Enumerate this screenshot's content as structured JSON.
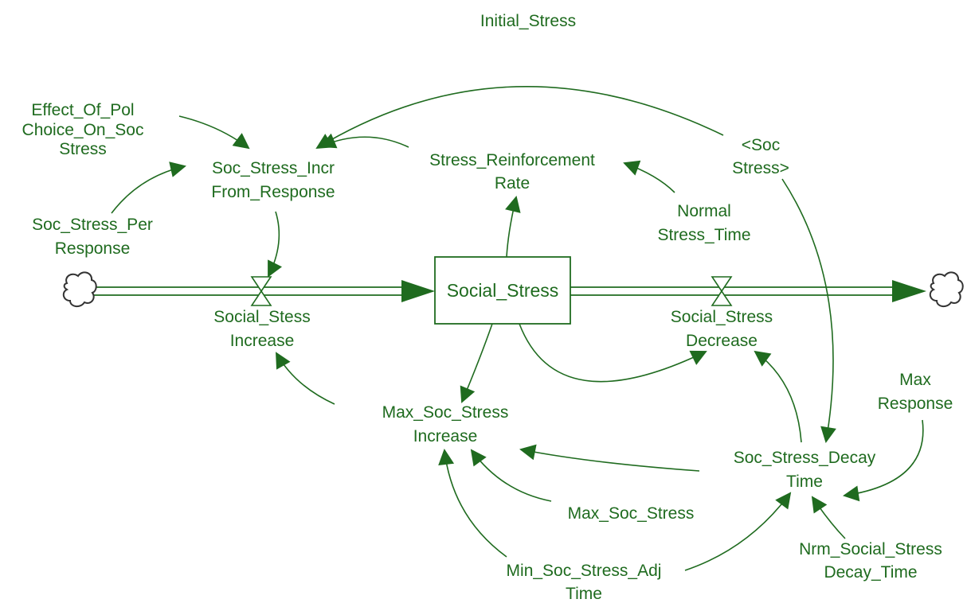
{
  "stock": {
    "label": "Social_Stress"
  },
  "flows": {
    "inflow": {
      "line1": "Social_Stess",
      "line2": "Increase"
    },
    "outflow": {
      "line1": "Social_Stress",
      "line2": "Decrease"
    }
  },
  "variables": {
    "initial_stress": {
      "line1": "Initial_Stress"
    },
    "effect_of_pol_choice": {
      "line1": "Effect_Of_Pol",
      "line2": "Choice_On_Soc",
      "line3": "Stress"
    },
    "soc_stress_incr": {
      "line1": "Soc_Stress_Incr",
      "line2": "From_Response"
    },
    "stress_reinforcement_rate": {
      "line1": "Stress_Reinforcement",
      "line2": "Rate"
    },
    "soc_stress_shadow": {
      "line1": "<Soc",
      "line2": "Stress>"
    },
    "soc_stress_per_response": {
      "line1": "Soc_Stress_Per",
      "line2": "Response"
    },
    "normal_stress_time": {
      "line1": "Normal",
      "line2": "Stress_Time"
    },
    "max_soc_stress_increase": {
      "line1": "Max_Soc_Stress",
      "line2": "Increase"
    },
    "max_response": {
      "line1": "Max",
      "line2": "Response"
    },
    "soc_stress_decay_time": {
      "line1": "Soc_Stress_Decay",
      "line2": "Time"
    },
    "max_soc_stress": {
      "line1": "Max_Soc_Stress"
    },
    "min_soc_stress_adj_time": {
      "line1": "Min_Soc_Stress_Adj",
      "line2": "Time"
    },
    "nrm_social_stress_decay_time": {
      "line1": "Nrm_Social_Stress",
      "line2": "Decay_Time"
    }
  },
  "icons": {
    "source": "cloud-icon",
    "sink": "cloud-icon",
    "inflow_valve": "valve-icon",
    "outflow_valve": "valve-icon"
  },
  "colors": {
    "ink": "#1f6b1f",
    "background": "#ffffff"
  }
}
